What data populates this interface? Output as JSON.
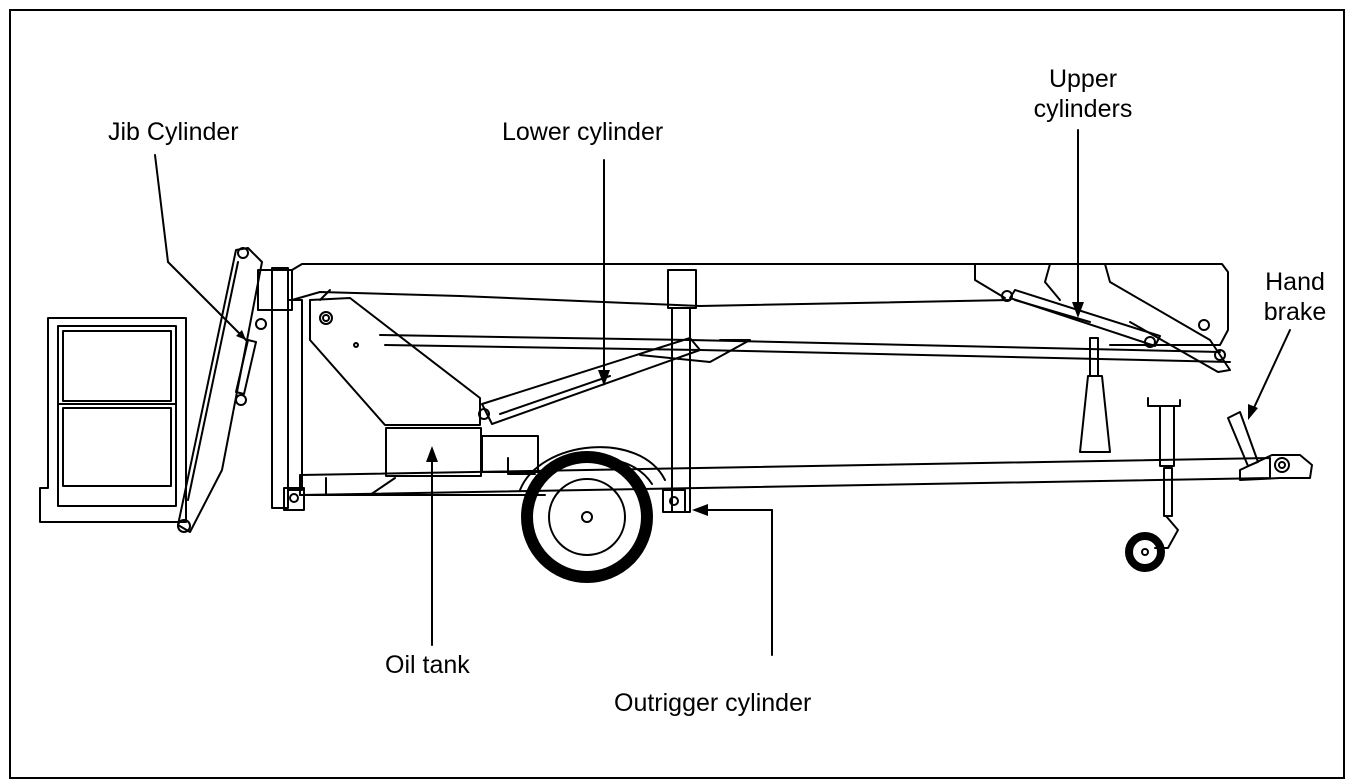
{
  "labels": {
    "jib_cylinder": "Jib Cylinder",
    "lower_cylinder": "Lower cylinder",
    "upper_cylinders_line1": "Upper",
    "upper_cylinders_line2": "cylinders",
    "hand_brake_line1": "Hand",
    "hand_brake_line2": "brake",
    "oil_tank": "Oil tank",
    "outrigger_cylinder": "Outrigger cylinder"
  },
  "colors": {
    "line": "#000000",
    "background": "#ffffff"
  }
}
